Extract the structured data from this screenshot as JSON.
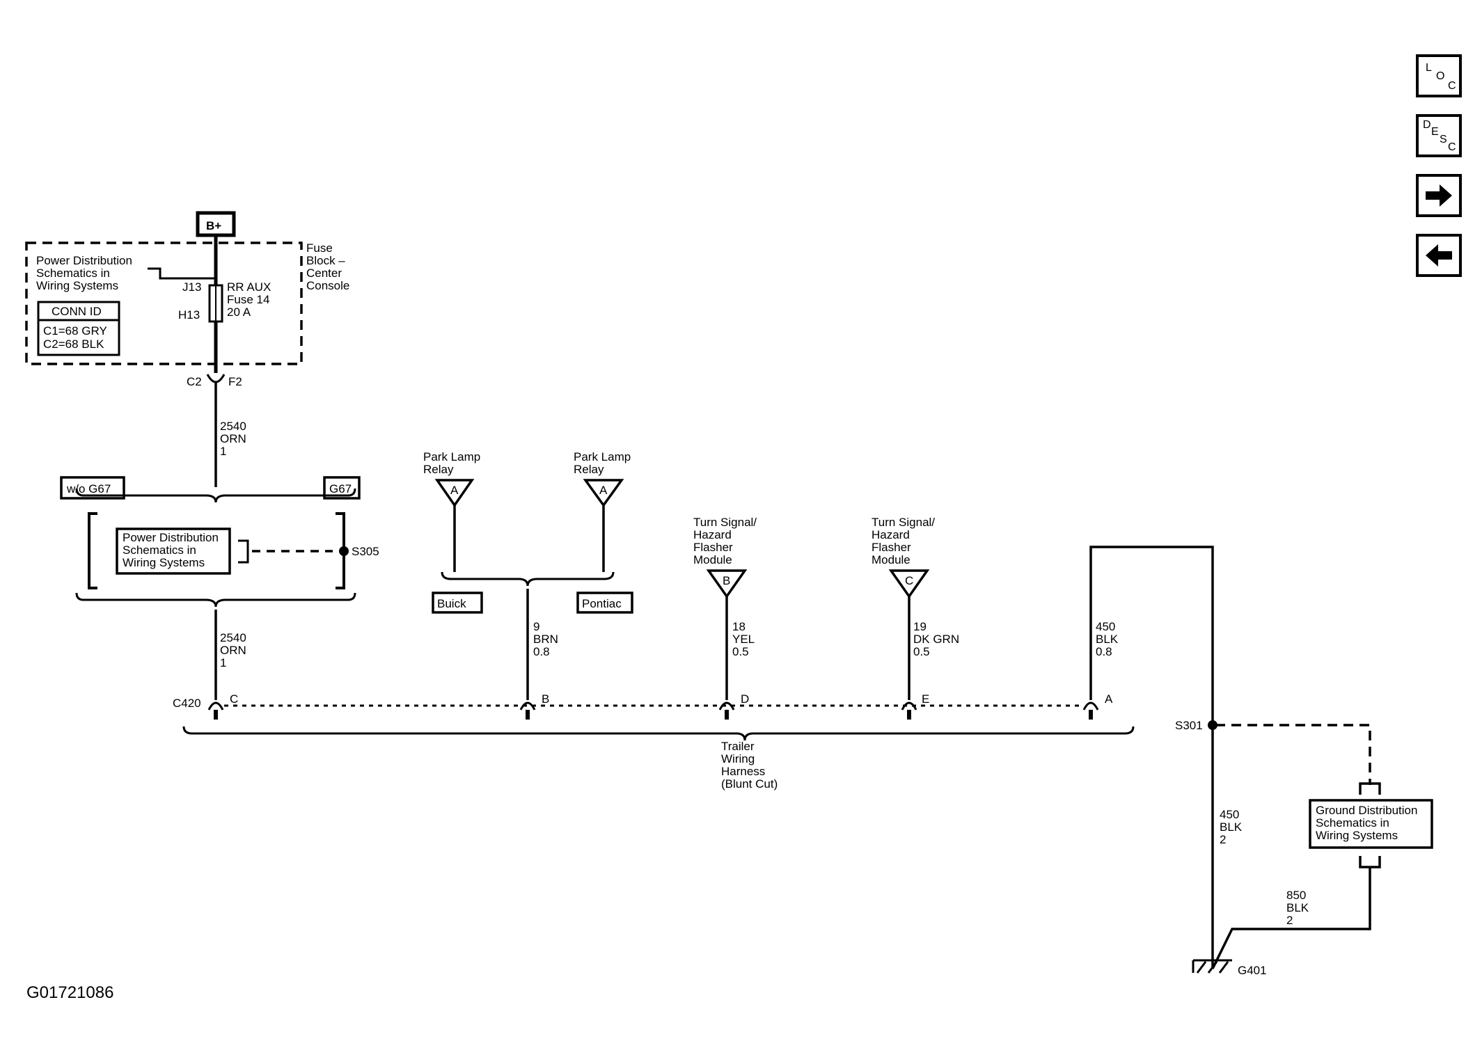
{
  "figure_id": "G01721086",
  "nav": {
    "loc": [
      "L",
      "O",
      "C"
    ],
    "desc": [
      "D",
      "E",
      "S",
      "C"
    ],
    "next_icon": "arrow-right-icon",
    "prev_icon": "arrow-left-icon"
  },
  "power": {
    "source": "B+"
  },
  "fuse_block": {
    "name": [
      "Fuse",
      "Block –",
      "Center",
      "Console"
    ],
    "fuse": [
      "RR AUX",
      "Fuse 14",
      "20 A"
    ],
    "pin_top": "J13",
    "pin_bottom": "H13",
    "ref": [
      "Power Distribution",
      "Schematics in",
      "Wiring Systems"
    ],
    "conn_id_title": "CONN ID",
    "conn_ids": [
      "C1=68 GRY",
      "C2=68 BLK"
    ]
  },
  "connector_c2": {
    "name": "C2",
    "pin": "F2"
  },
  "wire_upper": [
    "2540",
    "ORN",
    "1"
  ],
  "option_left": "w/o G67",
  "option_right": "G67",
  "splice_mid": {
    "ref": [
      "Power Distribution",
      "Schematics in",
      "Wiring  Systems"
    ],
    "splice": "S305"
  },
  "wire_lower": [
    "2540",
    "ORN",
    "1"
  ],
  "park_relay_left": {
    "name": [
      "Park Lamp",
      "Relay"
    ],
    "pin": "A"
  },
  "park_relay_right": {
    "name": [
      "Park Lamp",
      "Relay"
    ],
    "pin": "A"
  },
  "option_buick": "Buick",
  "option_pontiac": "Pontiac",
  "wire_b": [
    "9",
    "BRN",
    "0.8"
  ],
  "turn_left": {
    "name": [
      "Turn Signal/",
      "Hazard",
      "Flasher",
      "Module"
    ],
    "pin": "B"
  },
  "turn_right": {
    "name": [
      "Turn Signal/",
      "Hazard",
      "Flasher",
      "Module"
    ],
    "pin": "C"
  },
  "wire_d": [
    "18",
    "YEL",
    "0.5"
  ],
  "wire_e": [
    "19",
    "DK GRN",
    "0.5"
  ],
  "wire_a": [
    "450",
    "BLK",
    "0.8"
  ],
  "connector_c420": {
    "name": "C420",
    "pins": [
      "C",
      "B",
      "D",
      "E",
      "A"
    ]
  },
  "harness": [
    "Trailer",
    "Wiring",
    "Harness",
    "(Blunt Cut)"
  ],
  "splice_ground": "S301",
  "wire_ground": [
    "450",
    "BLK",
    "2"
  ],
  "ground_ref": [
    "Ground Distribution",
    "Schematics in",
    "Wiring Systems"
  ],
  "wire_ground2": [
    "850",
    "BLK",
    "2"
  ],
  "ground": "G401"
}
